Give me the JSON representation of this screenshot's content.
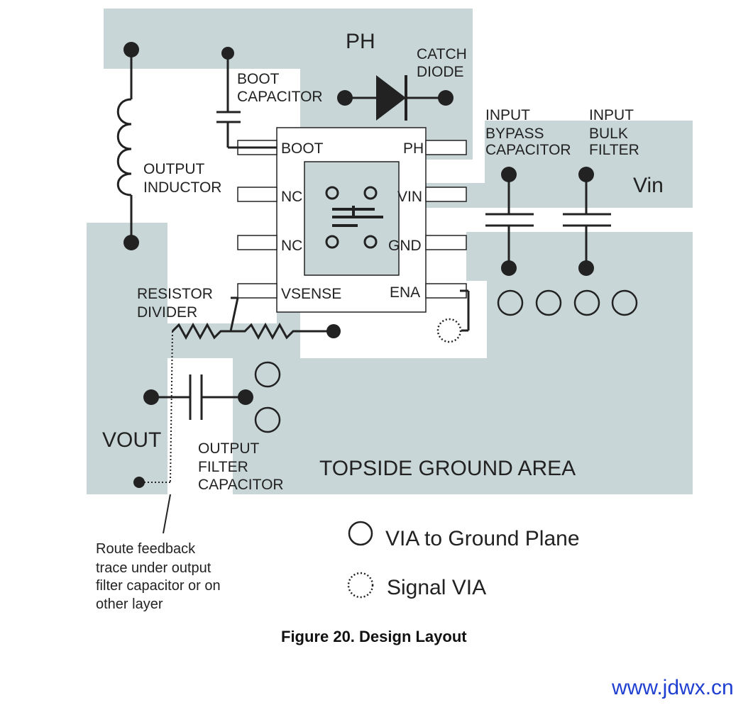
{
  "colors": {
    "copper": "#c8d6d7",
    "trace": "#222222",
    "watermark": "#1f3fd1"
  },
  "labels": {
    "ph_area": "PH",
    "boot_capacitor_line1": "BOOT",
    "boot_capacitor_line2": "CAPACITOR",
    "catch_diode_line1": "CATCH",
    "catch_diode_line2": "DIODE",
    "input_bypass_line1": "INPUT",
    "input_bypass_line2": "BYPASS",
    "input_bypass_line3": "CAPACITOR",
    "input_bulk_line1": "INPUT",
    "input_bulk_line2": "BULK",
    "input_bulk_line3": "FILTER",
    "vin_area": "Vin",
    "output_inductor_line1": "OUTPUT",
    "output_inductor_line2": "INDUCTOR",
    "resistor_divider_line1": "RESISTOR",
    "resistor_divider_line2": "DIVIDER",
    "vout_area": "VOUT",
    "output_filter_line1": "OUTPUT",
    "output_filter_line2": "FILTER",
    "output_filter_line3": "CAPACITOR",
    "topside_ground": "TOPSIDE GROUND AREA"
  },
  "pins": {
    "boot": "BOOT",
    "nc1": "NC",
    "nc2": "NC",
    "vsense": "VSENSE",
    "ph": "PH",
    "vin": "VIN",
    "gnd": "GND",
    "ena": "ENA"
  },
  "note": {
    "line1": "Route feedback",
    "line2": "trace under output",
    "line3": "filter capacitor or on",
    "line4": "other layer"
  },
  "legend": {
    "via_ground": "VIA to Ground Plane",
    "signal_via": "Signal VIA"
  },
  "caption": "Figure 20.  Design Layout",
  "watermark": "www.jdwx.cn"
}
